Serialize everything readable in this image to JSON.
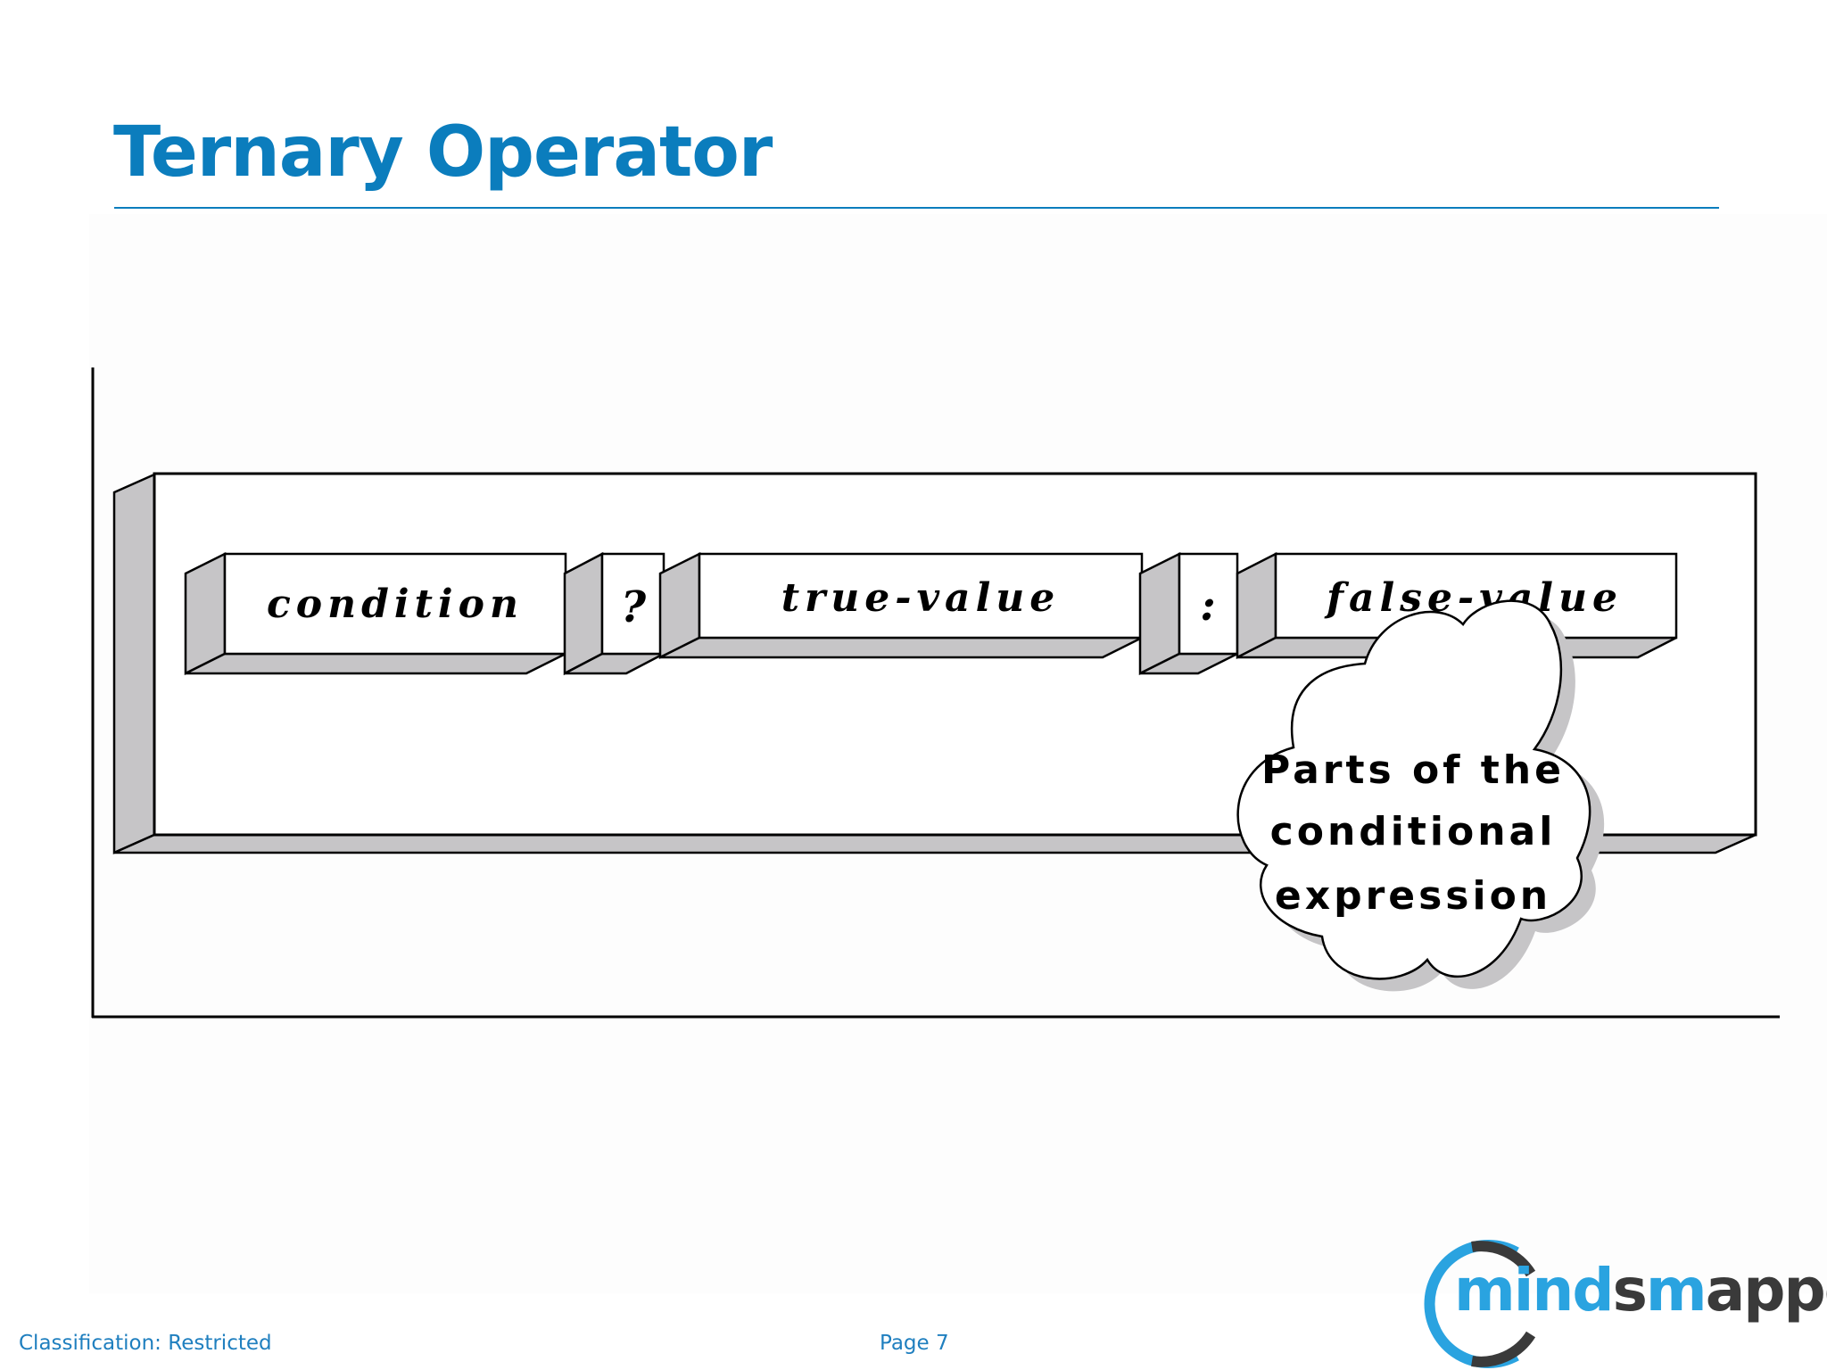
{
  "slide": {
    "title": "Ternary Operator"
  },
  "diagram": {
    "parts": [
      {
        "label": "condition"
      },
      {
        "label": "?"
      },
      {
        "label": "true-value"
      },
      {
        "label": ":"
      },
      {
        "label": "false-value"
      }
    ],
    "callout": {
      "line1": "Parts of the",
      "line2": "conditional",
      "line3": "expression"
    }
  },
  "footer": {
    "classification": "Classification: Restricted",
    "page": "Page 7"
  },
  "logo": {
    "part1": "mind",
    "part2": "s",
    "part3": "m",
    "part4": "apped",
    "colors": {
      "blue": "#2aa3e0",
      "dark": "#3a3a3a"
    }
  },
  "colors": {
    "accent": "#0b7dbd",
    "bevel": "#c6c5c7"
  }
}
